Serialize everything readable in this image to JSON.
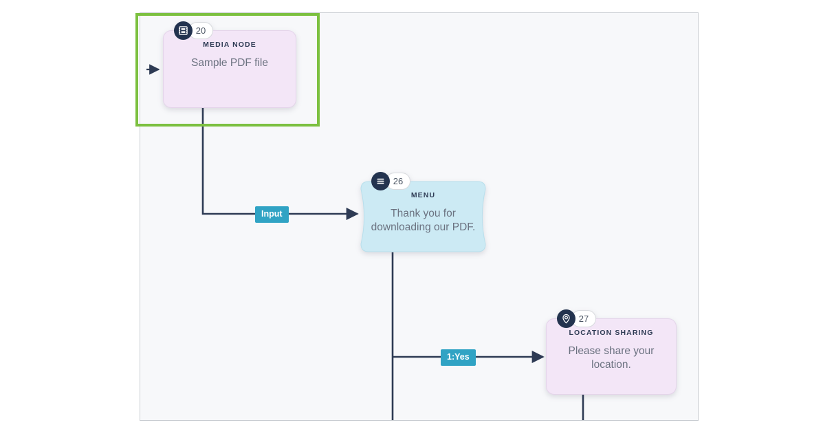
{
  "canvas": {
    "background_color": "#f7f8fa",
    "border_color": "#c9cdd2"
  },
  "selection": {
    "color": "#7cc040",
    "selected_node": "media-node"
  },
  "nodes": [
    {
      "id": "media-node",
      "number": "20",
      "kind": "MEDIA NODE",
      "text": "Sample PDF file",
      "icon": "film-strip-icon",
      "fill": "#f3e6f7",
      "shape": "rounded-rect"
    },
    {
      "id": "menu-node",
      "number": "26",
      "kind": "MENU",
      "text": "Thank you for downloading our PDF.",
      "icon": "hamburger-menu-icon",
      "fill": "#cceaf4",
      "shape": "concave-card"
    },
    {
      "id": "location-node",
      "number": "27",
      "kind": "LOCATION SHARING",
      "text": "Please share your location.",
      "icon": "map-pin-icon",
      "fill": "#f3e6f7",
      "shape": "rounded-rect"
    }
  ],
  "edges": [
    {
      "id": "edge-media-to-menu",
      "label": "Input",
      "from": "media-node",
      "to": "menu-node",
      "color": "#2e3b54",
      "label_color": "#30a3c4"
    },
    {
      "id": "edge-menu-to-location",
      "label": "1:Yes",
      "from": "menu-node",
      "to": "location-node",
      "color": "#2e3b54",
      "label_color": "#30a3c4"
    }
  ],
  "colors": {
    "line": "#2e3b54",
    "icon_circle": "#23334f",
    "kind_text": "#2e3b54",
    "body_text": "#6b7280"
  }
}
